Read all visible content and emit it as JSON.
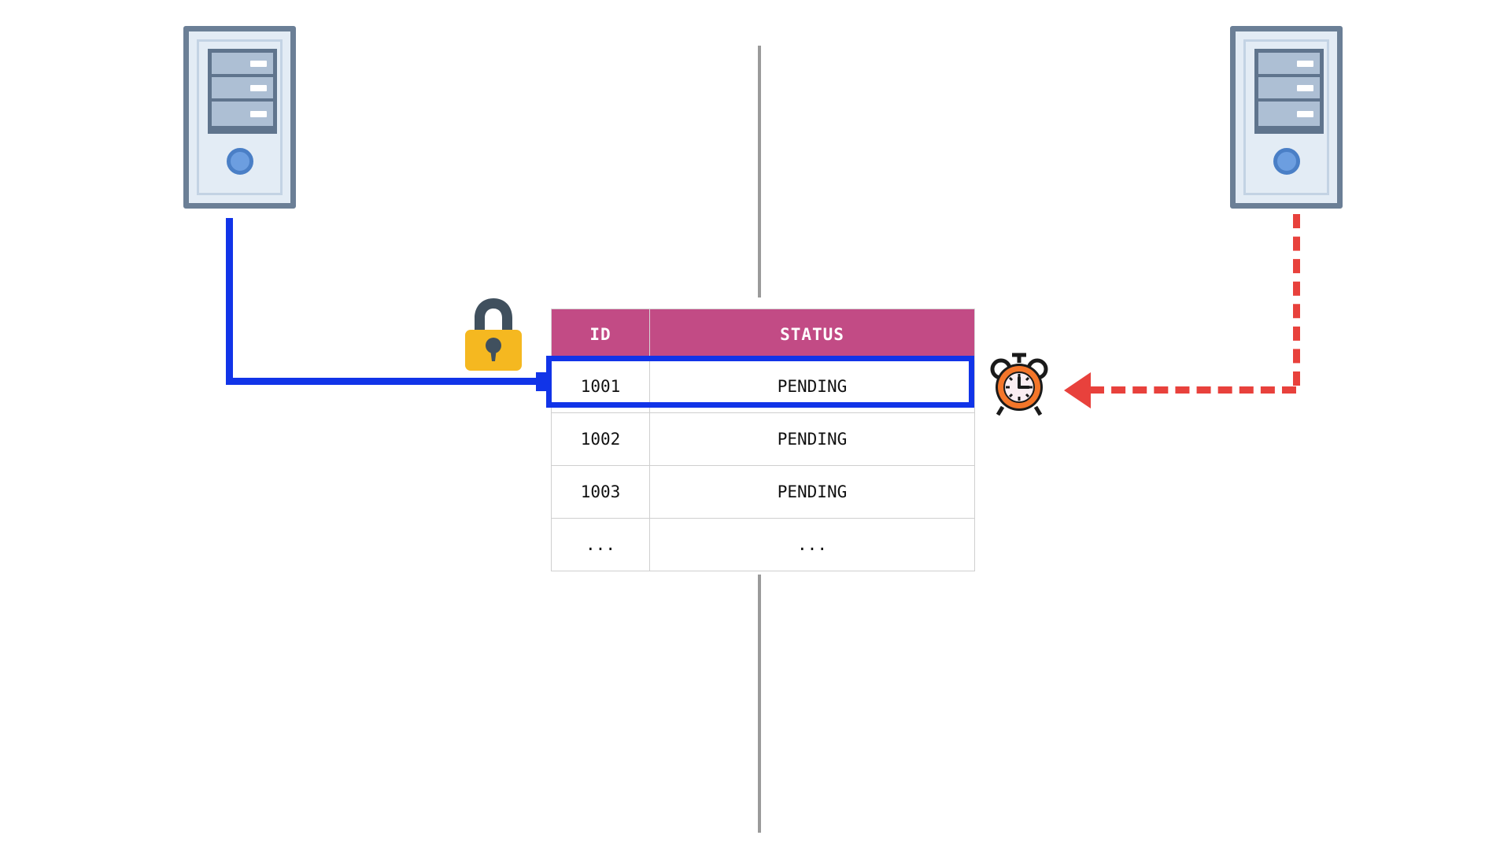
{
  "diagram": {
    "title": "Database row lock contention with transaction timeout",
    "background": "#ffffff",
    "colors": {
      "header_bg": "#c24b85",
      "header_text": "#ffffff",
      "highlight_row_bg": "#fbe94f",
      "highlight_outline": "#1134e8",
      "blue_connector": "#1134e8",
      "red_connector": "#e8413c",
      "divider": "#9a9a9a",
      "server_body": "#e3ecf5",
      "server_border": "#6b7f96",
      "lock_body": "#f5b820",
      "lock_shackle": "#40505e",
      "clock_ring": "#f4762a",
      "clock_face": "#fbeef2"
    }
  },
  "nodes": {
    "left_server": {
      "name": "Client / Transaction A server",
      "icon": "server-tower-icon"
    },
    "right_server": {
      "name": "Client / Transaction B server",
      "icon": "server-tower-icon"
    },
    "lock": {
      "name": "Row lock held",
      "icon": "padlock-icon"
    },
    "clock": {
      "name": "Lock wait timeout",
      "icon": "alarm-clock-icon"
    }
  },
  "table": {
    "name": "transactions-table",
    "columns": [
      "ID",
      "STATUS"
    ],
    "rows": [
      {
        "id": "1001",
        "status": "PENDING",
        "highlighted": true
      },
      {
        "id": "1002",
        "status": "PENDING",
        "highlighted": false
      },
      {
        "id": "1003",
        "status": "PENDING",
        "highlighted": false
      },
      {
        "id": "...",
        "status": "...",
        "highlighted": false
      }
    ]
  },
  "connectors": [
    {
      "name": "blue-lock-connector",
      "from": "left_server",
      "to": "row-1001",
      "style": "solid",
      "color": "#1134e8"
    },
    {
      "name": "red-timeout-connector",
      "from": "right_server",
      "to": "clock",
      "style": "dashed",
      "color": "#e8413c",
      "arrow": "left"
    }
  ],
  "dividers": [
    {
      "name": "divider-top",
      "orientation": "vertical"
    },
    {
      "name": "divider-bottom",
      "orientation": "vertical"
    }
  ]
}
